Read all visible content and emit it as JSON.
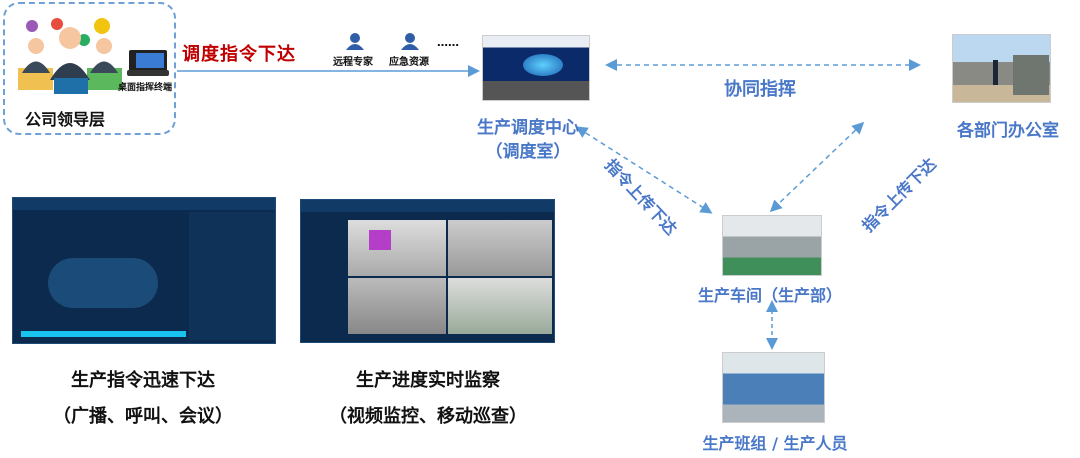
{
  "leadership": {
    "label": "公司领导层",
    "terminal_label": "桌面指挥终端"
  },
  "command_flow": {
    "label": "调度指令下达",
    "resources": [
      "远程专家",
      "应急资源"
    ],
    "ellipsis": "……"
  },
  "dispatch_center": {
    "label_line1": "生产调度中心",
    "label_line2": "（调度室）"
  },
  "departments": {
    "label": "各部门办公室"
  },
  "collaboration": {
    "label": "协同指挥"
  },
  "links": {
    "left_label": "指令上传下达",
    "right_label": "指令上传下达"
  },
  "workshop": {
    "label": "生产车间（生产部）"
  },
  "team": {
    "label": "生产班组 / 生产人员"
  },
  "feature_left": {
    "title": "生产指令迅速下达",
    "subtitle": "（广播、呼叫、会议）"
  },
  "feature_right": {
    "title": "生产进度实时监察",
    "subtitle": "（视频监控、移动巡查）"
  },
  "colors": {
    "accent_blue": "#4a78c8",
    "arrow_blue": "#5b9bd5",
    "command_red": "#c00000",
    "screen_bg": "#0c2a4d"
  }
}
